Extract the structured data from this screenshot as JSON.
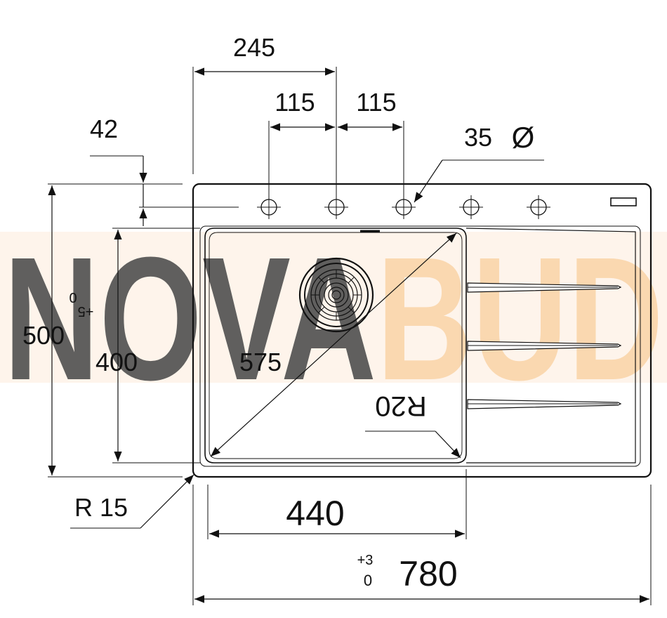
{
  "watermark": {
    "text": "NOVABUD",
    "color_left": "#3c3c3c",
    "color_right": "#f39c33"
  },
  "dimensions": {
    "top_width": "245",
    "spacing_a": "115",
    "spacing_b": "115",
    "edge_to_holes": "42",
    "hole_diameter": "35",
    "diameter_symbol": "Ø",
    "total_depth": "500",
    "depth_tolerance_top": "0",
    "depth_tolerance_bottom": "+5",
    "bowl_depth": "400",
    "bowl_diagonal": "575",
    "bowl_radius": "R20",
    "corner_radius": "R 15",
    "bowl_width": "440",
    "total_width": "780",
    "width_tolerance_top": "+3",
    "width_tolerance_bottom": "0"
  }
}
